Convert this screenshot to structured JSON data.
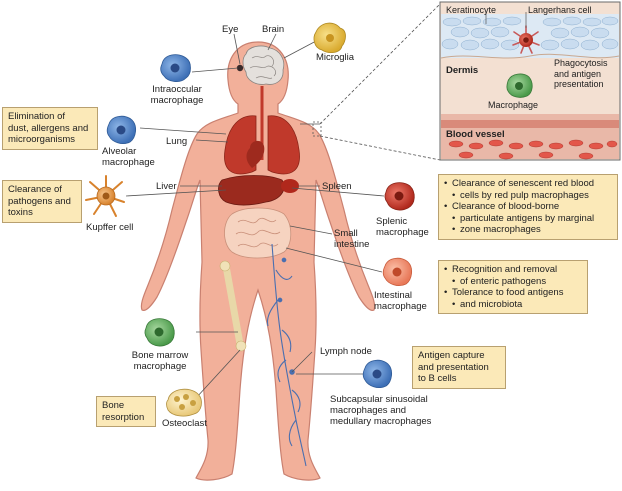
{
  "organs": {
    "eye": "Eye",
    "brain": "Brain",
    "lung": "Lung",
    "liver": "Liver",
    "spleen": "Spleen",
    "small_intestine": [
      "Small",
      "intestine"
    ],
    "lymph_node": "Lymph node"
  },
  "cells": {
    "microglia": "Microglia",
    "intraocular": [
      "Intraoccular",
      "macrophage"
    ],
    "alveolar": [
      "Alveolar",
      "macrophage"
    ],
    "kupffer": "Kupffer cell",
    "splenic": [
      "Splenic",
      "macrophage"
    ],
    "intestinal": [
      "Intestinal",
      "macrophage"
    ],
    "bone_marrow": [
      "Bone marrow",
      "macrophage"
    ],
    "osteoclast": "Osteoclast",
    "subcapsular": [
      "Subcapsular sinusoidal",
      "macrophages and",
      "medullary macrophages"
    ]
  },
  "functions": {
    "alveolar": [
      "Elimination of",
      "dust, allergens and",
      "microorganisms"
    ],
    "kupffer": [
      "Clearance of",
      "pathogens and",
      "toxins"
    ],
    "splenic": [
      "Clearance of senescent red blood",
      "cells by red pulp macrophages",
      "Clearance of blood-borne",
      "particulate antigens by marginal",
      "zone macrophages"
    ],
    "intestinal": [
      "Recognition and removal",
      "of enteric pathogens",
      "Tolerance to food antigens",
      "and microbiota"
    ],
    "lymph_node": [
      "Antigen capture",
      "and presentation",
      "to B cells"
    ],
    "osteoclast": [
      "Bone",
      "resorption"
    ]
  },
  "skin_inset": {
    "keratinocyte": "Keratinocyte",
    "langerhans": "Langerhans cell",
    "dermis": "Dermis",
    "phagocytosis": [
      "Phagocytosis",
      "and antigen",
      "presentation"
    ],
    "macrophage": "Macrophage",
    "blood_vessel": "Blood vessel"
  },
  "colors": {
    "body_fill": "#f2b09a",
    "body_stroke": "#c98070",
    "organ_red": "#c0392b",
    "liver": "#9b2a1e",
    "intestine": "#f6d3c0",
    "box_fill": "#fbe9b8",
    "macrophage_blue": "#4a7fc1",
    "microglia_yellow": "#e8c04a",
    "kupffer_orange": "#e2903a",
    "splenic_red": "#c0392b",
    "intestinal_orange": "#f08a68",
    "bone_marrow_green": "#5aa05a",
    "inset_bg": "#dde9f4"
  }
}
